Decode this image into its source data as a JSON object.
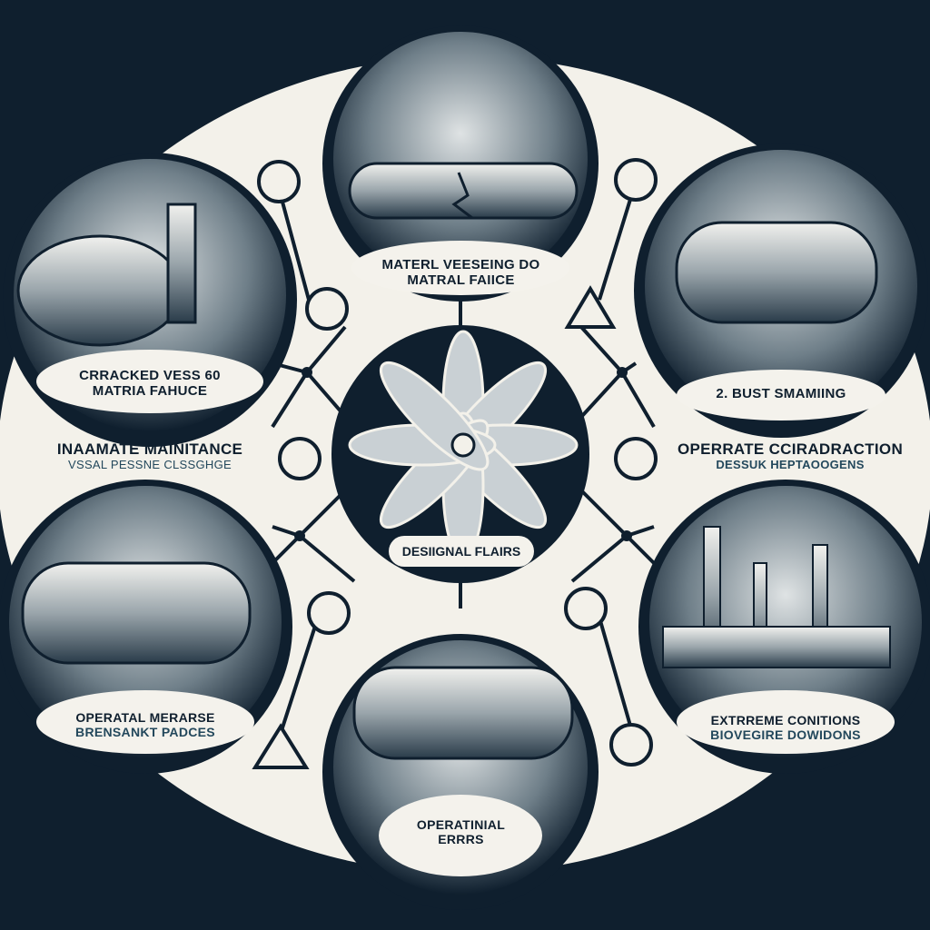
{
  "colors": {
    "background": "#0f1f2e",
    "panel": "#f3f1ea",
    "ink": "#0f1f2e",
    "accent": "#23485c"
  },
  "center": {
    "label": "DESIIGNAL FLAIRS",
    "icon": "flower-icon"
  },
  "nodes": [
    {
      "id": "top",
      "caption": [
        "MATERL VEESEING DO",
        "MATRAL FAIICE"
      ],
      "icon": "cracked-tank-icon"
    },
    {
      "id": "top-left",
      "caption": [
        "CRRACKED VESS 60",
        "MATRIA FAHUCE"
      ],
      "icon": "tank-worker-icon"
    },
    {
      "id": "top-right",
      "caption": [
        "2. BUST SMAMIING"
      ],
      "icon": "leaking-pipe-icon"
    },
    {
      "id": "bottom-left",
      "caption": [
        "OPERATAL MERARSE",
        "BRENSANKT PADCES"
      ],
      "icon": "cracked-tank-icon"
    },
    {
      "id": "bottom-right",
      "caption": [
        "EXTRREME CONITIONS",
        "BIOVEGIRE DOWIDONS"
      ],
      "icon": "refinery-icon"
    },
    {
      "id": "bottom",
      "caption": [
        "OPERATINIAL",
        "ERRRS"
      ],
      "icon": "tank-icon"
    }
  ],
  "side_labels": [
    {
      "title": "INAAMATE MAINITANCE",
      "subtitle": "VSSAL PESSNE CLSSGHGE"
    },
    {
      "title": "OPERRATE CCIRADRACTION",
      "subtitle": "DESSUK HEPTAOOGENS"
    }
  ],
  "small_icons": [
    "ear-icon",
    "tools-icon",
    "lightbulb-icon",
    "gauge-icon",
    "warning-icon",
    "flame-icon",
    "warning-icon",
    "hazmat-icon",
    "helmet-icon",
    "flame-icon"
  ]
}
